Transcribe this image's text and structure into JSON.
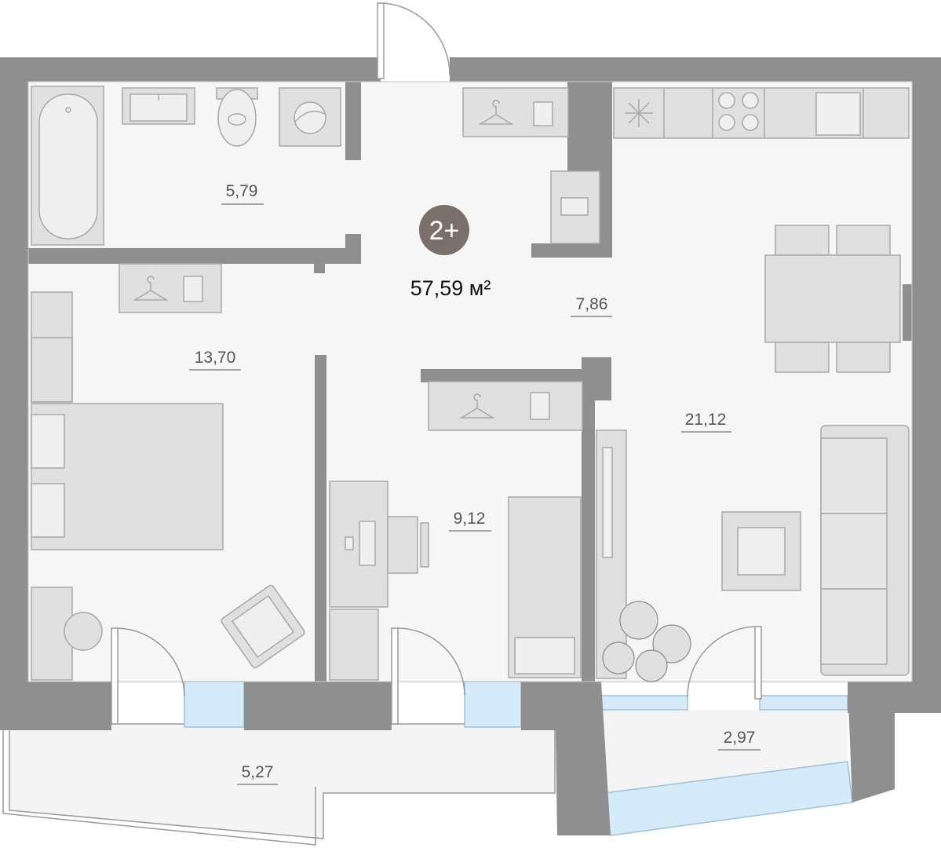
{
  "apartment": {
    "rooms_badge": "2+",
    "total_area": "57,59 м²"
  },
  "rooms": {
    "bathroom": "5,79",
    "hall": "7,86",
    "bedroom": "13,70",
    "study": "9,12",
    "living_kitchen": "21,12",
    "balcony_left": "5,27",
    "balcony_right": "2,97"
  },
  "colors": {
    "wall": "#8f8f8f",
    "floor": "#f6f6f6",
    "furniture": "#e0e0e0",
    "furniture_stroke": "#a8a8a8",
    "window": "#d5ebf9",
    "badge": "#7b6f69"
  }
}
